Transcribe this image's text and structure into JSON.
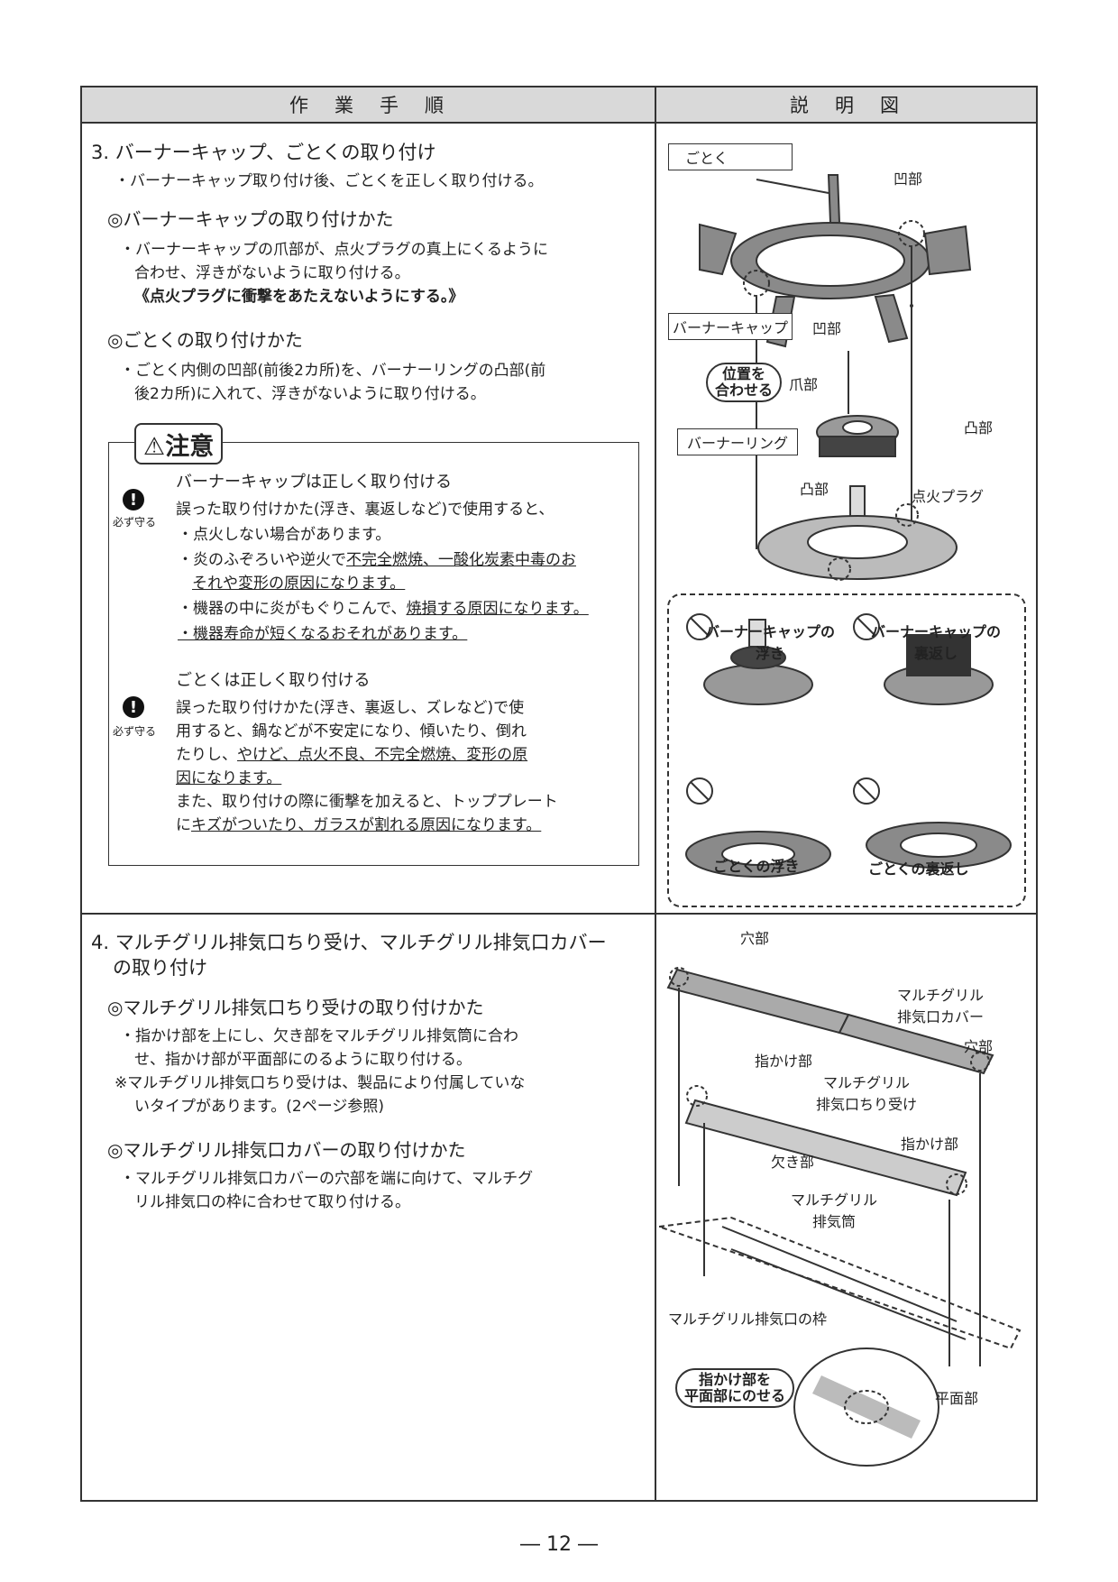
{
  "header": {
    "left": "作　業　手　順",
    "right": "説　明　図"
  },
  "section3": {
    "title": "3. バーナーキャップ、ごとくの取り付け",
    "intro": "・バーナーキャップ取り付け後、ごとくを正しく取り付ける。",
    "sub1": "◎バーナーキャップの取り付けかた",
    "sub1_l1": "・バーナーキャップの爪部が、点火プラグの真上にくるように",
    "sub1_l2": "合わせ、浮きがないように取り付ける。",
    "sub1_l3": "《点火プラグに衝撃をあたえないようにする。》",
    "sub2": "◎ごとくの取り付けかた",
    "sub2_l1": "・ごとく内側の凹部(前後2カ所)を、バーナーリングの凸部(前",
    "sub2_l2": "後2カ所)に入れて、浮きがないように取り付ける。",
    "caution": {
      "title": "⚠注意",
      "must_label": "必ず守る",
      "b1_title": "バーナーキャップは正しく取り付ける",
      "b1_l1": "誤った取り付けかた(浮き、裏返しなど)で使用すると、",
      "b1_l2": "・点火しない場合があります。",
      "b1_l3a": "・炎のふぞろいや逆火で",
      "b1_l3b": "不完全燃焼、一酸化炭素中毒のお",
      "b1_l4": "それや変形の原因になります。",
      "b1_l5a": "・機器の中に炎がもぐりこんで、",
      "b1_l5b": "焼損する原因になります。",
      "b1_l6": "・機器寿命が短くなるおそれがあります。",
      "b2_title": "ごとくは正しく取り付ける",
      "b2_l1": "誤った取り付けかた(浮き、裏返し、ズレなど)で使",
      "b2_l2": "用すると、鍋などが不安定になり、傾いたり、倒れ",
      "b2_l3a": "たりし、",
      "b2_l3b": "やけど、点火不良、不完全燃焼、変形の原",
      "b2_l4": "因になります。",
      "b2_l5": "また、取り付けの際に衝撃を加えると、トッププレート",
      "b2_l6a": "に",
      "b2_l6b": "キズがついたり、ガラスが割れる原因になります。"
    }
  },
  "fig3": {
    "gotoku": "ごとく",
    "concave_top": "凹部",
    "concave_bottom": "凹部",
    "burner_cap": "バーナーキャップ",
    "align_l1": "位置を",
    "align_l2": "合わせる",
    "claw": "爪部",
    "convex_right": "凸部",
    "burner_ring": "バーナーリング",
    "convex_left": "凸部",
    "plug": "点火プラグ",
    "ng1_l1": "バーナーキャップの",
    "ng1_l2": "浮き",
    "ng2_l1": "バーナーキャップの",
    "ng2_l2": "裏返し",
    "ng3": "ごとくの浮き",
    "ng4": "ごとくの裏返し"
  },
  "section4": {
    "title_l1": "4. マルチグリル排気口ちり受け、マルチグリル排気口カバー",
    "title_l2": "の取り付け",
    "sub1": "◎マルチグリル排気口ちり受けの取り付けかた",
    "sub1_l1": "・指かけ部を上にし、欠き部をマルチグリル排気筒に合わ",
    "sub1_l2": "せ、指かけ部が平面部にのるように取り付ける。",
    "sub1_l3": "※マルチグリル排気口ちり受けは、製品により付属していな",
    "sub1_l4": "いタイプがあります。(2ページ参照)",
    "sub2": "◎マルチグリル排気口カバーの取り付けかた",
    "sub2_l1": "・マルチグリル排気口カバーの穴部を端に向けて、マルチグ",
    "sub2_l2": "リル排気口の枠に合わせて取り付ける。"
  },
  "fig4": {
    "hole_top": "穴部",
    "cover_l1": "マルチグリル",
    "cover_l2": "排気口カバー",
    "hole_right": "穴部",
    "finger_left": "指かけ部",
    "tray_l1": "マルチグリル",
    "tray_l2": "排気口ちり受け",
    "finger_right": "指かけ部",
    "notch": "欠き部",
    "pipe_l1": "マルチグリル",
    "pipe_l2": "排気筒",
    "frame": "マルチグリル排気口の枠",
    "place_l1": "指かけ部を",
    "place_l2": "平面部にのせる",
    "flat": "平面部"
  },
  "page_number": "― 12 ―"
}
